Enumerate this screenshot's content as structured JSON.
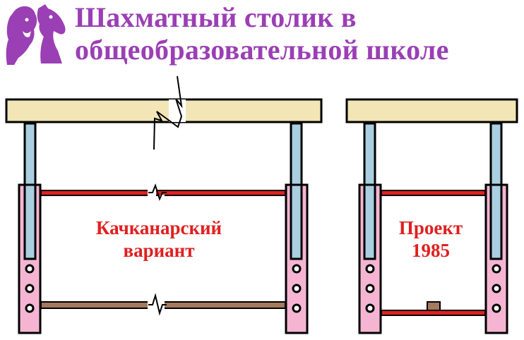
{
  "header": {
    "title_line1": "Шахматный столик в",
    "title_line2": "общеобразовательной школе"
  },
  "tables": [
    {
      "label_line1": "Качканарский",
      "label_line2": "вариант"
    },
    {
      "label_line1": "Проект",
      "label_line2": "1985"
    }
  ],
  "colors": {
    "title": "#9b3fb5",
    "tabletop": "#f2e6b6",
    "upper_leg": "#a9cfe0",
    "lower_leg": "#f5b5d2",
    "rail": "#e02020",
    "lower_rail_left": "#a57a5e",
    "label": "#e02020"
  },
  "icons": [
    "knight-logo-icon"
  ]
}
